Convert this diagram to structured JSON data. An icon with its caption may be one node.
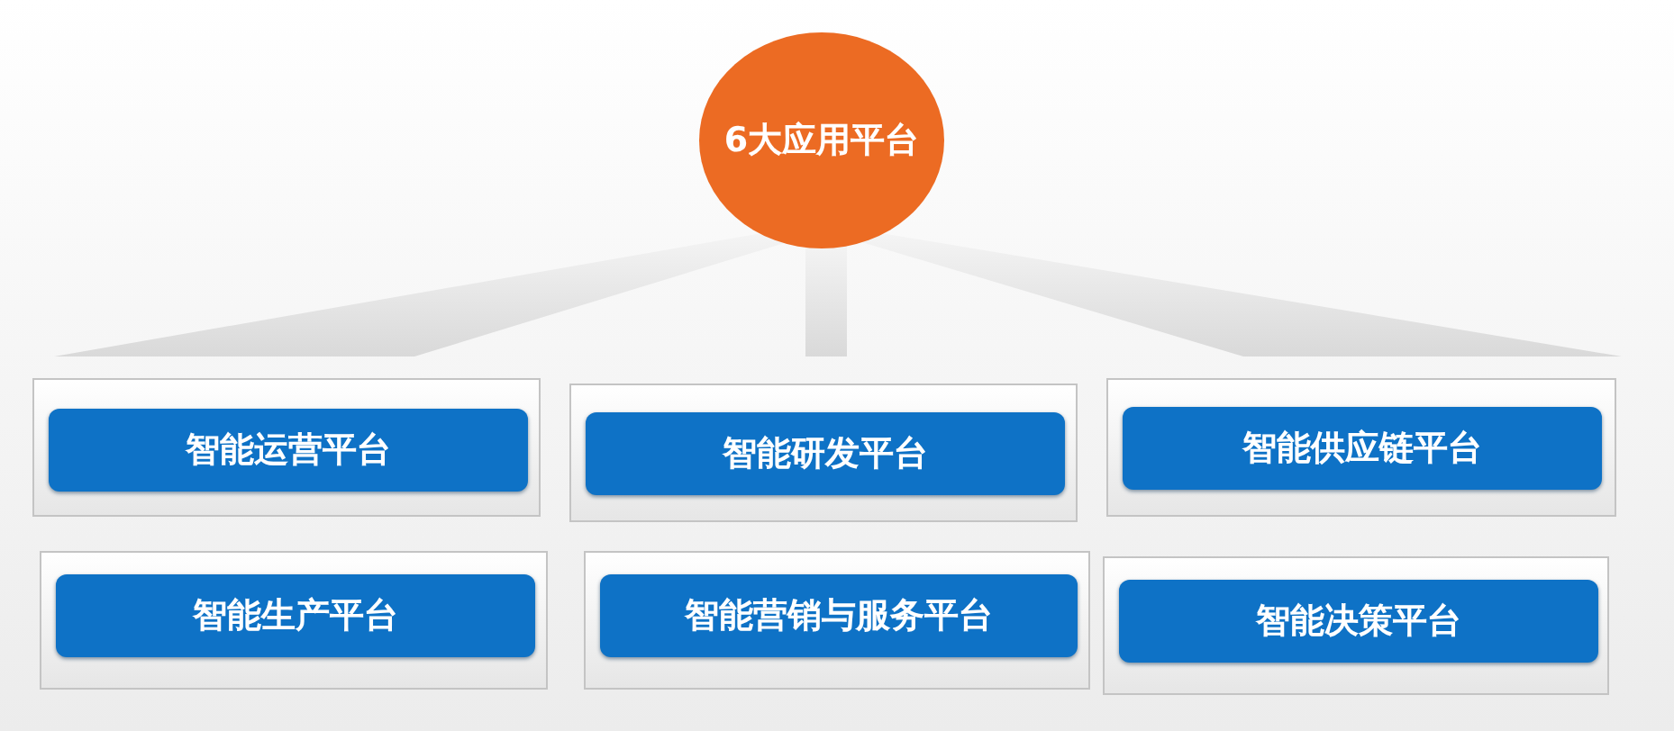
{
  "diagram": {
    "nodes": [
      {
        "text": [
          "6大应用平台"
        ]
      },
      {
        "text": [],
        "shape": "box"
      },
      {
        "text": [
          "智能运营平台"
        ],
        "in": 1
      },
      {
        "text": [],
        "shape": "box"
      },
      {
        "text": [
          "智能研发平台"
        ],
        "in": 3
      },
      {
        "text": [],
        "shape": "box"
      },
      {
        "text": [
          "智能供应链平台"
        ],
        "in": 5
      },
      {
        "text": [],
        "shape": "box"
      },
      {
        "text": [
          "智能生产平台"
        ],
        "in": 7
      },
      {
        "text": [],
        "shape": "box"
      },
      {
        "text": [
          "智能营销与服务平台"
        ],
        "in": 9
      },
      {
        "text": [],
        "shape": "box"
      },
      {
        "text": [
          "智能决策平台"
        ],
        "in": 11
      }
    ]
  }
}
